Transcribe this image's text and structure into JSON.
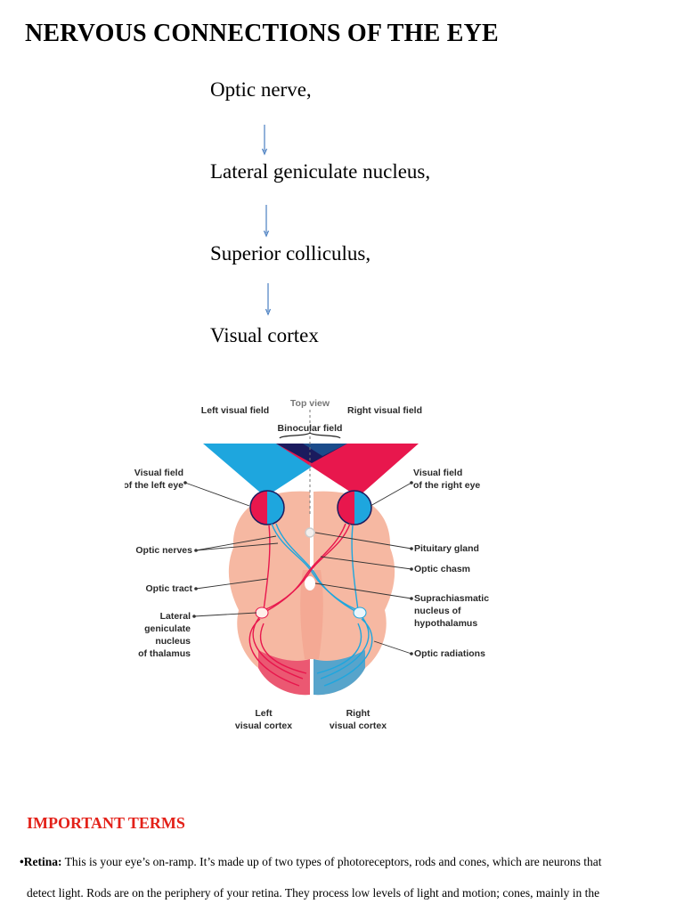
{
  "title": "NERVOUS CONNECTIONS OF THE EYE",
  "pathway": [
    "Optic nerve,",
    "Lateral geniculate nucleus,",
    "Superior colliculus,",
    "Visual cortex"
  ],
  "figure": {
    "top_view": "Top view",
    "left_visual_field": "Left visual field",
    "right_visual_field": "Right visual field",
    "binocular_field": "Binocular field",
    "visual_field_left_eye": [
      "Visual field",
      "of the left eye"
    ],
    "visual_field_right_eye": [
      "Visual field",
      "of the right eye"
    ],
    "optic_nerves": "Optic nerves",
    "pituitary_gland": "Pituitary gland",
    "optic_chasm": "Optic chasm",
    "optic_tract": "Optic tract",
    "suprachiasmatic": [
      "Suprachiasmatic",
      "nucleus of",
      "hypothalamus"
    ],
    "lgn": [
      "Lateral",
      "geniculate",
      "nucleus",
      "of thalamus"
    ],
    "optic_radiations": "Optic radiations",
    "left_visual_cortex": [
      "Left",
      "visual cortex"
    ],
    "right_visual_cortex": [
      "Right",
      "visual cortex"
    ],
    "colors": {
      "red": "#e8174d",
      "blue": "#1ea6de",
      "dark": "#1b1b5e",
      "brain": "#f6b8a2"
    }
  },
  "important_terms": {
    "heading": "IMPORTANT TERMS",
    "retina_term": "•Retina:",
    "retina_line1": " This is your eye’s on-ramp. It’s made up of two types of photoreceptors, rods and cones, which are neurons that",
    "retina_line2": "detect light. Rods are on the periphery of your retina. They process low levels of light and motion; cones, mainly in the"
  }
}
